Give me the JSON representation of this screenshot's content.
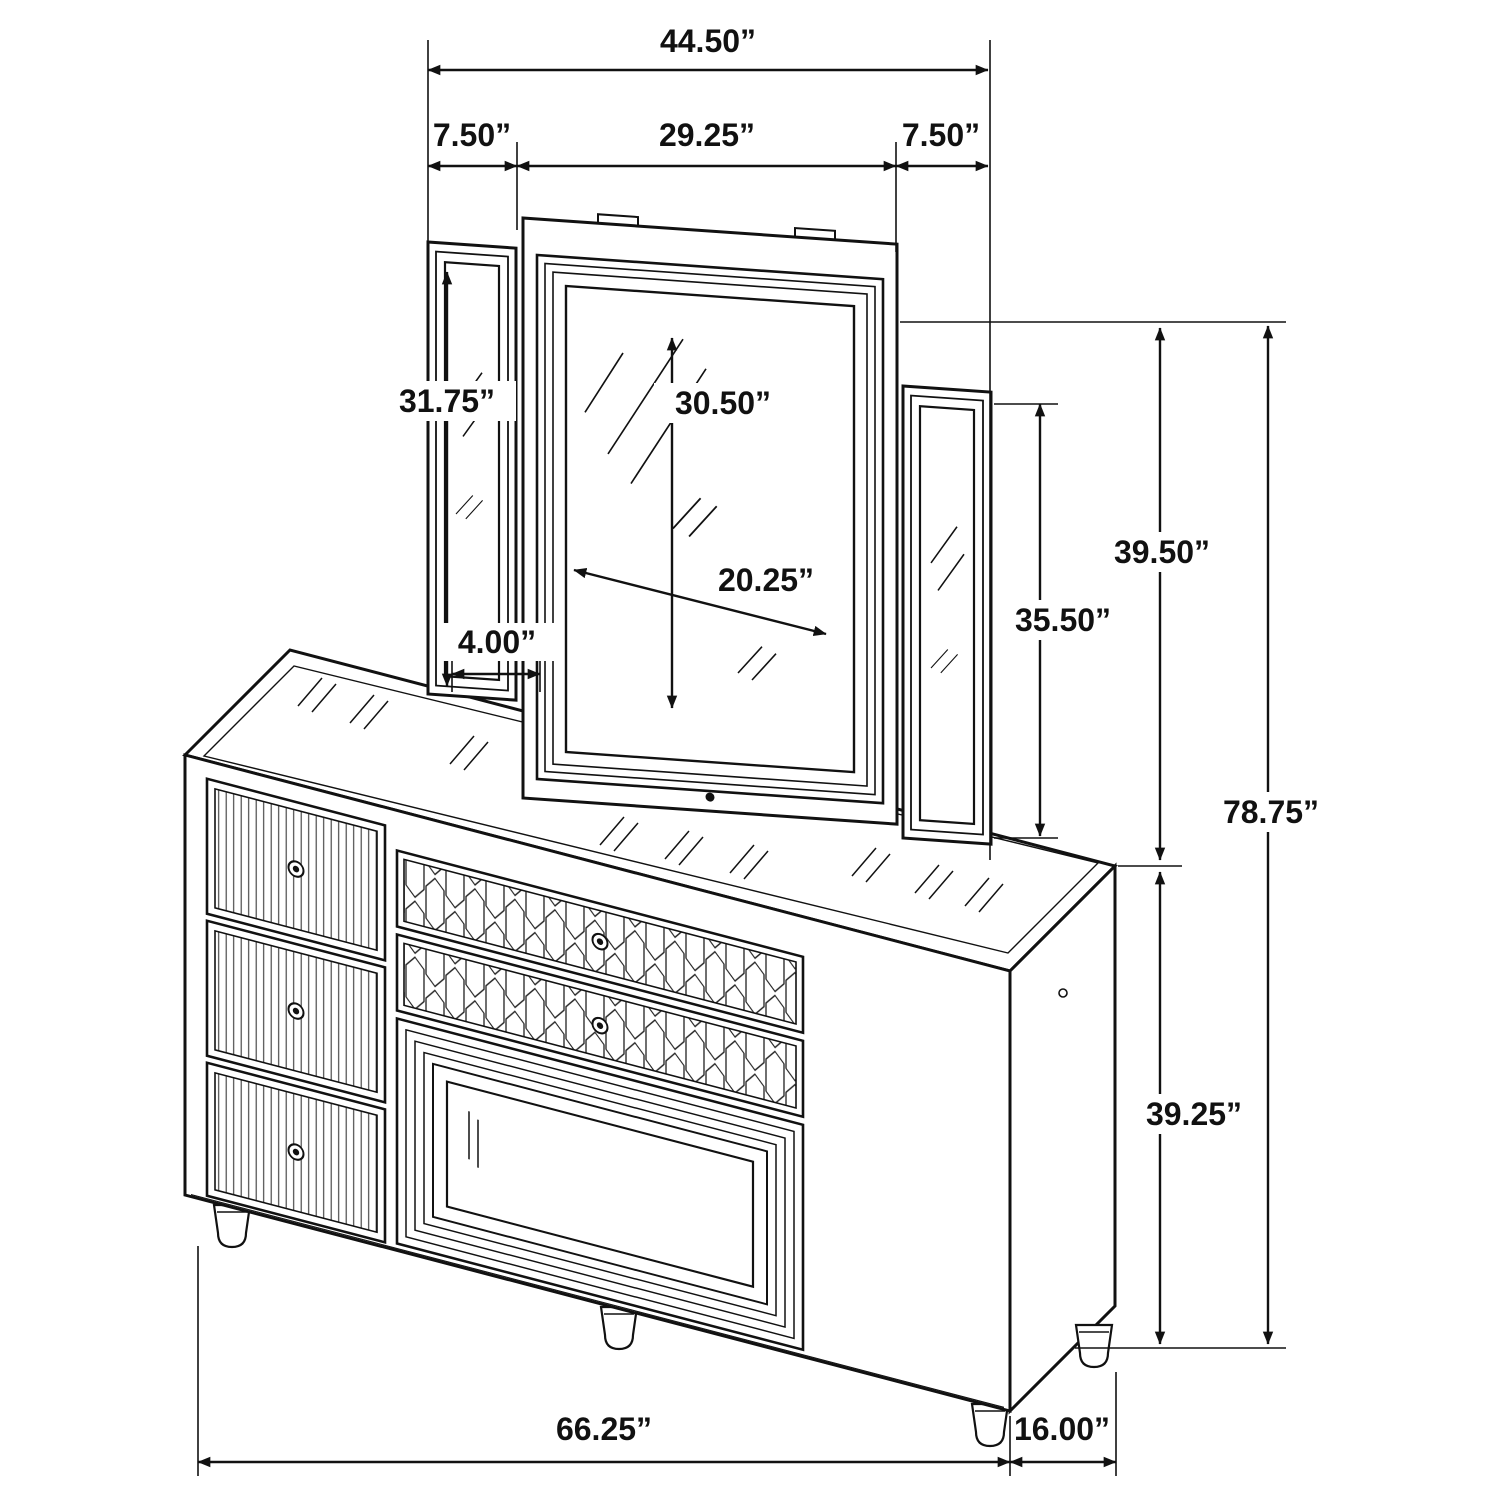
{
  "dims": {
    "overall_mirror_width": "44.50”",
    "left_panel_width": "7.50”",
    "center_mirror_width": "29.25”",
    "right_panel_width": "7.50”",
    "side_mirror_height": "31.75”",
    "center_glass_height": "30.50”",
    "center_glass_width": "20.25”",
    "panel_bottom_depth": "4.00”",
    "right_mirror_height": "35.50”",
    "mirror_total_height": "39.50”",
    "overall_height": "78.75”",
    "dresser_height": "39.25”",
    "dresser_width": "66.25”",
    "dresser_depth": "16.00”"
  }
}
